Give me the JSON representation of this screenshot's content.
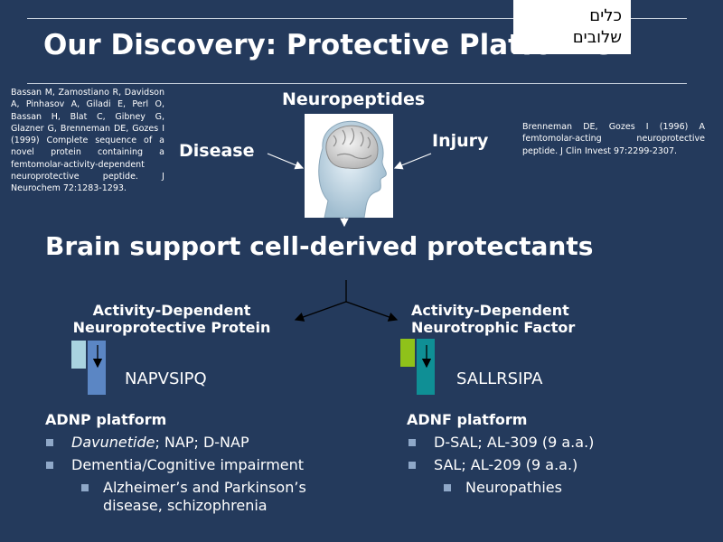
{
  "slide": {
    "title": "Our Discovery: Protective Platforms",
    "hebrew_note_line1": "כלים",
    "hebrew_note_line2": "שלובים",
    "reference_left": "Bassan M, Zamostiano R, Davidson A, Pinhasov A, Giladi E, Perl O, Bassan H, Blat C, Gibney G, Glazner G, Brenneman DE, Gozes I (1999) Complete sequence of a novel protein containing a femtomolar-activity-dependent neuroprotective peptide. J Neurochem 72:1283-1293.",
    "reference_right": "Brenneman DE, Gozes I (1996) A femtomolar-acting neuroprotective peptide. J Clin Invest 97:2299-2307.",
    "neuropeptide_label": "Neuropeptides",
    "disease_label": "Disease",
    "injury_label": "Injury",
    "subtitle": "Brain support cell-derived protectants"
  },
  "adnp": {
    "title_line1": "Activity-Dependent",
    "title_line2": "Neuroprotective Protein",
    "sequence": "NAPVSIPQ",
    "platform": "ADNP platform",
    "bullet1_italic": "Davunetide",
    "bullet1_rest": "; NAP; D-NAP",
    "bullet2": "Dementia/Cognitive impairment",
    "bullet3_line1": "Alzheimer’s and Parkinson’s",
    "bullet3_line2": "disease, schizophrenia",
    "colors": {
      "bar_light": "#a9d3e0",
      "bar_main": "#5b86c4"
    }
  },
  "adnf": {
    "title_line1": "Activity-Dependent",
    "title_line2": "Neurotrophic Factor",
    "sequence": "SALLRSIPA",
    "platform": "ADNF platform",
    "bullet1": "D-SAL; AL-309 (9 a.a.)",
    "bullet2": "SAL; AL-209 (9 a.a.)",
    "bullet3": "Neuropathies",
    "colors": {
      "bar_light": "#8fc21a",
      "bar_main": "#0f8f95"
    }
  },
  "colors": {
    "background": "#243a5c",
    "text": "#ffffff",
    "bullet": "#8fa8c8"
  }
}
